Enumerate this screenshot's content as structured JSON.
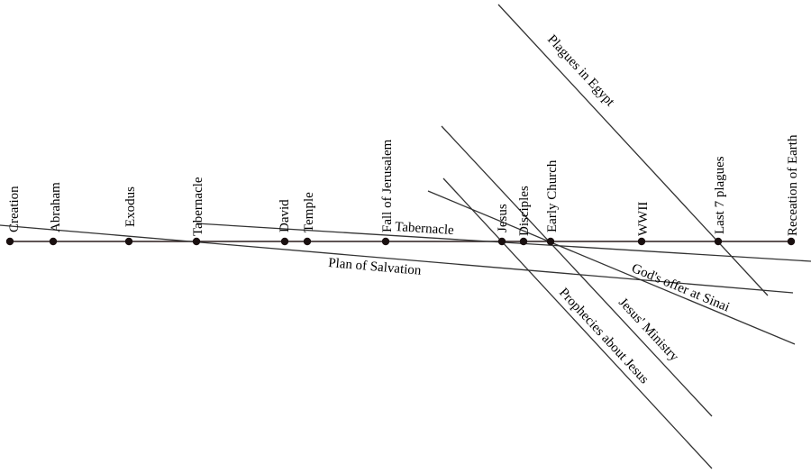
{
  "timeline": {
    "events": [
      "Creation",
      "Abraham",
      "Exodus",
      "Tabernacle",
      "David",
      "Temple",
      "Fall of Jerusalem",
      "Jesus",
      "Disciples",
      "Early Church",
      "WWII",
      "Last 7 plagues",
      "Receation of Earth"
    ]
  },
  "lines": {
    "plan_of_salvation": "Plan of Salvation",
    "tabernacle": "Tabernacle",
    "gods_offer": "God's offer at Sinai",
    "jesus_ministry": "Jesus' Ministry",
    "prophecies": "Prophecies about Jesus",
    "plagues_egypt": "Plagues in Egypt"
  }
}
